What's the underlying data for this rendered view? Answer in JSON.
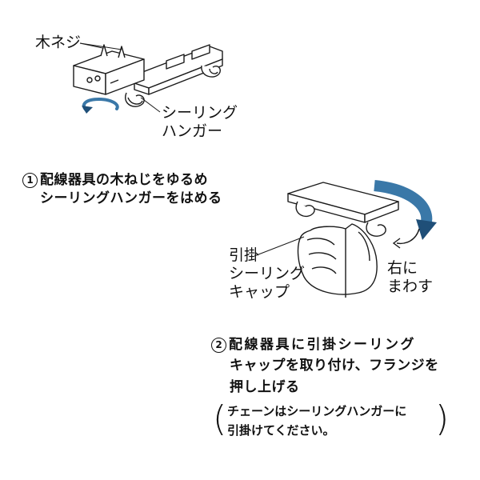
{
  "labels": {
    "wood_screw": "木ネジ",
    "ceiling_hanger_line1": "シーリング",
    "ceiling_hanger_line2": "ハンガー",
    "hook_cap_line1": "引掛",
    "hook_cap_line2": "シーリング",
    "hook_cap_line3": "キャップ",
    "turn_right_line1": "右に",
    "turn_right_line2": "まわす"
  },
  "steps": [
    {
      "number": "1",
      "line1": "配線器具の木ねじをゆるめ",
      "line2": "シーリングハンガーをはめる"
    },
    {
      "number": "2",
      "line1": "配線器具に引掛シーリング",
      "line2": "キャップを取り付け、フランジを",
      "line3": "押し上げる"
    }
  ],
  "note": {
    "line1": "チェーンはシーリングハンガーに",
    "line2": "引掛けてください。"
  },
  "colors": {
    "line": "#1a1a1a",
    "arrow_blue": "#3a78a8",
    "arrow_blue_dark": "#1f4f78"
  }
}
